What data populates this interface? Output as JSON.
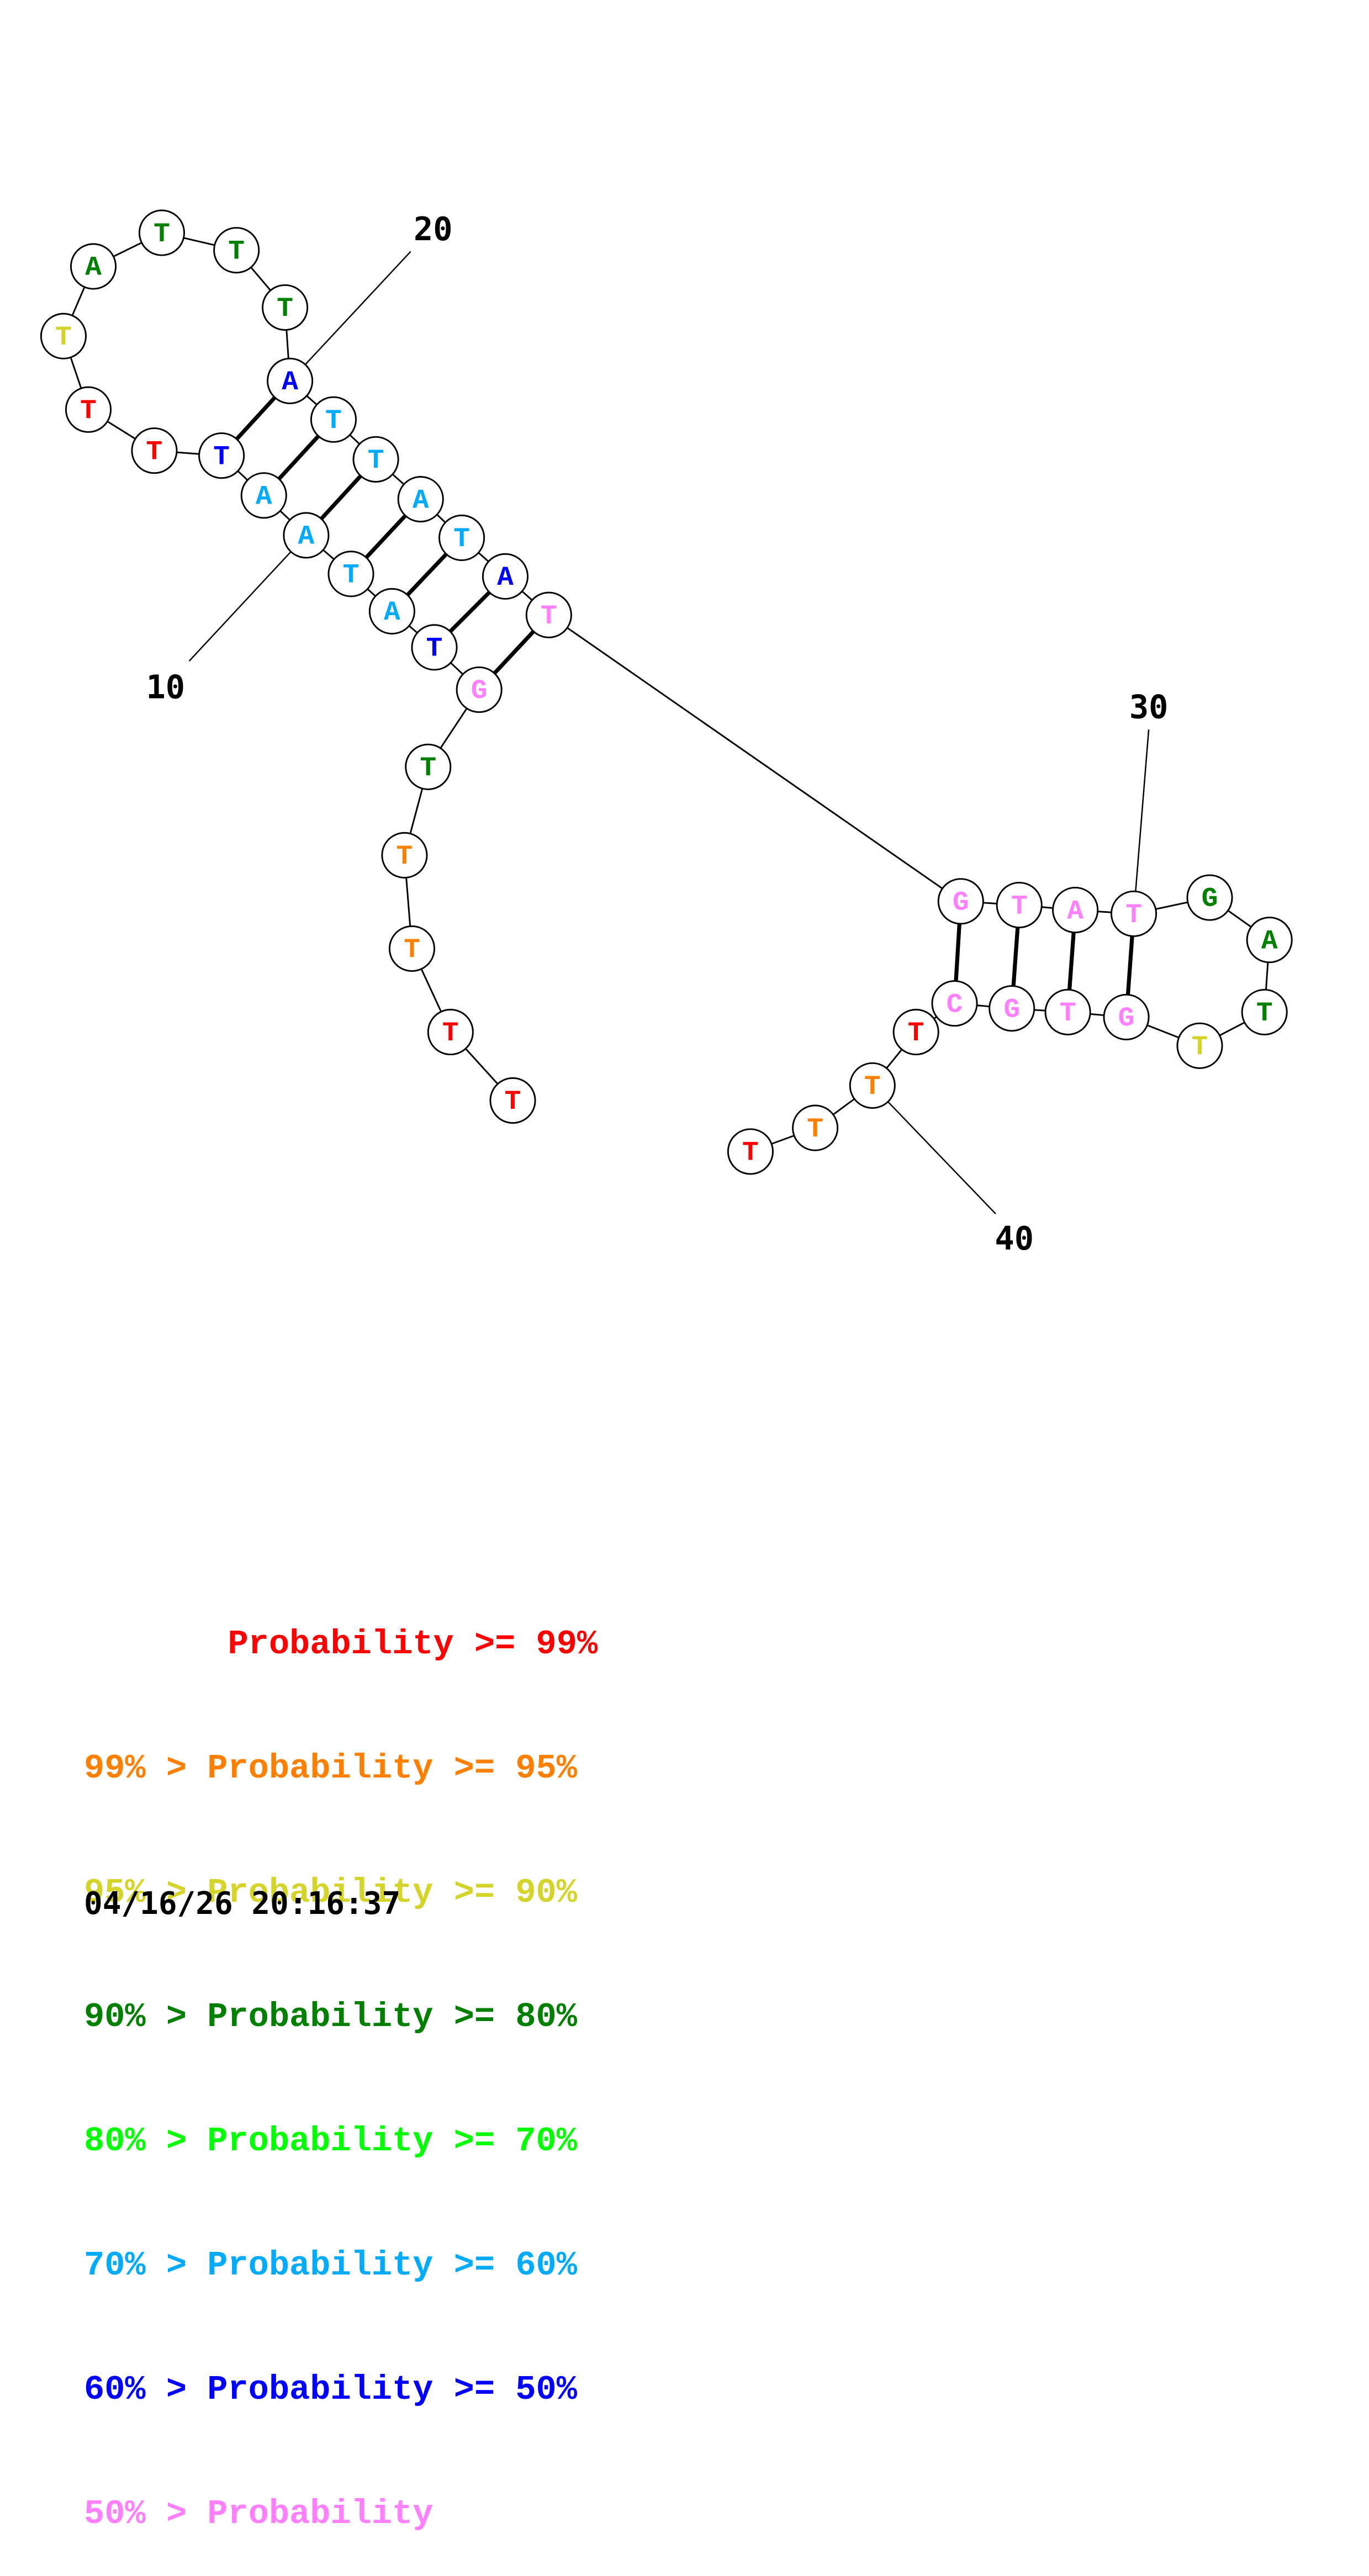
{
  "diagram": {
    "type": "nucleic-acid-secondary-structure",
    "sequence": "TTTTTGTATAATTTTATTTATTATATGTATGATTGTGCTTTT",
    "nucleotides": [
      {
        "index": 1,
        "base": "T",
        "prob_class": "p99"
      },
      {
        "index": 2,
        "base": "T",
        "prob_class": "p99"
      },
      {
        "index": 3,
        "base": "T",
        "prob_class": "p95"
      },
      {
        "index": 4,
        "base": "T",
        "prob_class": "p95"
      },
      {
        "index": 5,
        "base": "T",
        "prob_class": "p80"
      },
      {
        "index": 6,
        "base": "G",
        "prob_class": "lt50"
      },
      {
        "index": 7,
        "base": "T",
        "prob_class": "p50"
      },
      {
        "index": 8,
        "base": "A",
        "prob_class": "p60"
      },
      {
        "index": 9,
        "base": "T",
        "prob_class": "p60"
      },
      {
        "index": 10,
        "base": "A",
        "prob_class": "p60"
      },
      {
        "index": 11,
        "base": "A",
        "prob_class": "p60"
      },
      {
        "index": 12,
        "base": "T",
        "prob_class": "p50"
      },
      {
        "index": 13,
        "base": "T",
        "prob_class": "p99"
      },
      {
        "index": 14,
        "base": "T",
        "prob_class": "p99"
      },
      {
        "index": 15,
        "base": "T",
        "prob_class": "p90"
      },
      {
        "index": 16,
        "base": "A",
        "prob_class": "p80"
      },
      {
        "index": 17,
        "base": "T",
        "prob_class": "p80"
      },
      {
        "index": 18,
        "base": "T",
        "prob_class": "p80"
      },
      {
        "index": 19,
        "base": "T",
        "prob_class": "p80"
      },
      {
        "index": 20,
        "base": "A",
        "prob_class": "p50"
      },
      {
        "index": 21,
        "base": "T",
        "prob_class": "p60"
      },
      {
        "index": 22,
        "base": "T",
        "prob_class": "p60"
      },
      {
        "index": 23,
        "base": "A",
        "prob_class": "p60"
      },
      {
        "index": 24,
        "base": "T",
        "prob_class": "p60"
      },
      {
        "index": 25,
        "base": "A",
        "prob_class": "p50"
      },
      {
        "index": 26,
        "base": "T",
        "prob_class": "lt50"
      },
      {
        "index": 27,
        "base": "G",
        "prob_class": "lt50"
      },
      {
        "index": 28,
        "base": "T",
        "prob_class": "lt50"
      },
      {
        "index": 29,
        "base": "A",
        "prob_class": "lt50"
      },
      {
        "index": 30,
        "base": "T",
        "prob_class": "lt50"
      },
      {
        "index": 31,
        "base": "G",
        "prob_class": "p80"
      },
      {
        "index": 32,
        "base": "A",
        "prob_class": "p80"
      },
      {
        "index": 33,
        "base": "T",
        "prob_class": "p80"
      },
      {
        "index": 34,
        "base": "T",
        "prob_class": "p90"
      },
      {
        "index": 35,
        "base": "G",
        "prob_class": "lt50"
      },
      {
        "index": 36,
        "base": "T",
        "prob_class": "lt50"
      },
      {
        "index": 37,
        "base": "G",
        "prob_class": "lt50"
      },
      {
        "index": 38,
        "base": "C",
        "prob_class": "lt50"
      },
      {
        "index": 39,
        "base": "T",
        "prob_class": "p99"
      },
      {
        "index": 40,
        "base": "T",
        "prob_class": "p95"
      },
      {
        "index": 41,
        "base": "T",
        "prob_class": "p95"
      },
      {
        "index": 42,
        "base": "T",
        "prob_class": "p99"
      }
    ],
    "base_pairs": [
      [
        6,
        26
      ],
      [
        7,
        25
      ],
      [
        8,
        24
      ],
      [
        9,
        23
      ],
      [
        10,
        22
      ],
      [
        11,
        21
      ],
      [
        12,
        20
      ],
      [
        27,
        38
      ],
      [
        28,
        37
      ],
      [
        29,
        36
      ],
      [
        30,
        35
      ]
    ],
    "position_labels": [
      {
        "index": 10,
        "text": "10"
      },
      {
        "index": 20,
        "text": "20"
      },
      {
        "index": 30,
        "text": "30"
      },
      {
        "index": 40,
        "text": "40"
      }
    ]
  },
  "colors": {
    "p99": "#ff0000",
    "p95": "#ff8000",
    "p90": "#d4d42a",
    "p80": "#007f00",
    "p70": "#00ff00",
    "p60": "#00aaff",
    "p50": "#0000ff",
    "lt50": "#ff80ff"
  },
  "legend": [
    {
      "prob_class": "p99",
      "text": "       Probability >= 99%"
    },
    {
      "prob_class": "p95",
      "text": "99% > Probability >= 95%"
    },
    {
      "prob_class": "p90",
      "text": "95% > Probability >= 90%"
    },
    {
      "prob_class": "p80",
      "text": "90% > Probability >= 80%"
    },
    {
      "prob_class": "p70",
      "text": "80% > Probability >= 70%"
    },
    {
      "prob_class": "p60",
      "text": "70% > Probability >= 60%"
    },
    {
      "prob_class": "p50",
      "text": "60% > Probability >= 50%"
    },
    {
      "prob_class": "lt50",
      "text": "50% > Probability"
    }
  ],
  "timestamp": "04/16/26 20:16:37"
}
